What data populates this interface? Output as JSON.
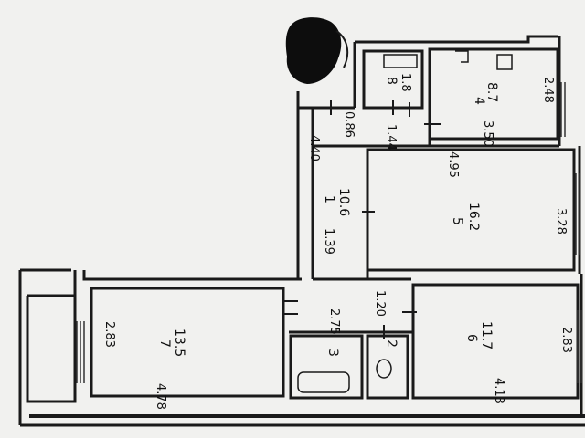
{
  "colors": {
    "paper": "#f1f1ef",
    "wall": "#1a1a1a",
    "window": "#333333",
    "blot": "#0d0d0d"
  },
  "rooms": [
    {
      "id": "r1",
      "number": "1",
      "area": "10.6",
      "dims": [
        "4.40",
        "1.39"
      ]
    },
    {
      "id": "r2",
      "number": "2",
      "area": ""
    },
    {
      "id": "r3",
      "number": "3",
      "area": ""
    },
    {
      "id": "r4",
      "number": "4",
      "area": "8.7",
      "dims": [
        "3.50",
        "2.48"
      ]
    },
    {
      "id": "r5",
      "number": "5",
      "area": "16.2",
      "dims": [
        "4.95",
        "3.28"
      ]
    },
    {
      "id": "r6",
      "number": "6",
      "area": "11.7",
      "dims": [
        "4.13",
        "2.83"
      ]
    },
    {
      "id": "r7",
      "number": "7",
      "area": "13.5",
      "dims": [
        "4.78",
        "2.83"
      ]
    },
    {
      "id": "r8",
      "number": "8",
      "area": "1.8"
    }
  ],
  "extra_dims": [
    "0.86",
    "1.44",
    "2.75",
    "1.20"
  ],
  "icons": [
    "door-swing-icon",
    "bathtub-icon",
    "toilet-icon",
    "stove-icon",
    "sink-icon",
    "window-icon",
    "ink-blot-icon"
  ]
}
